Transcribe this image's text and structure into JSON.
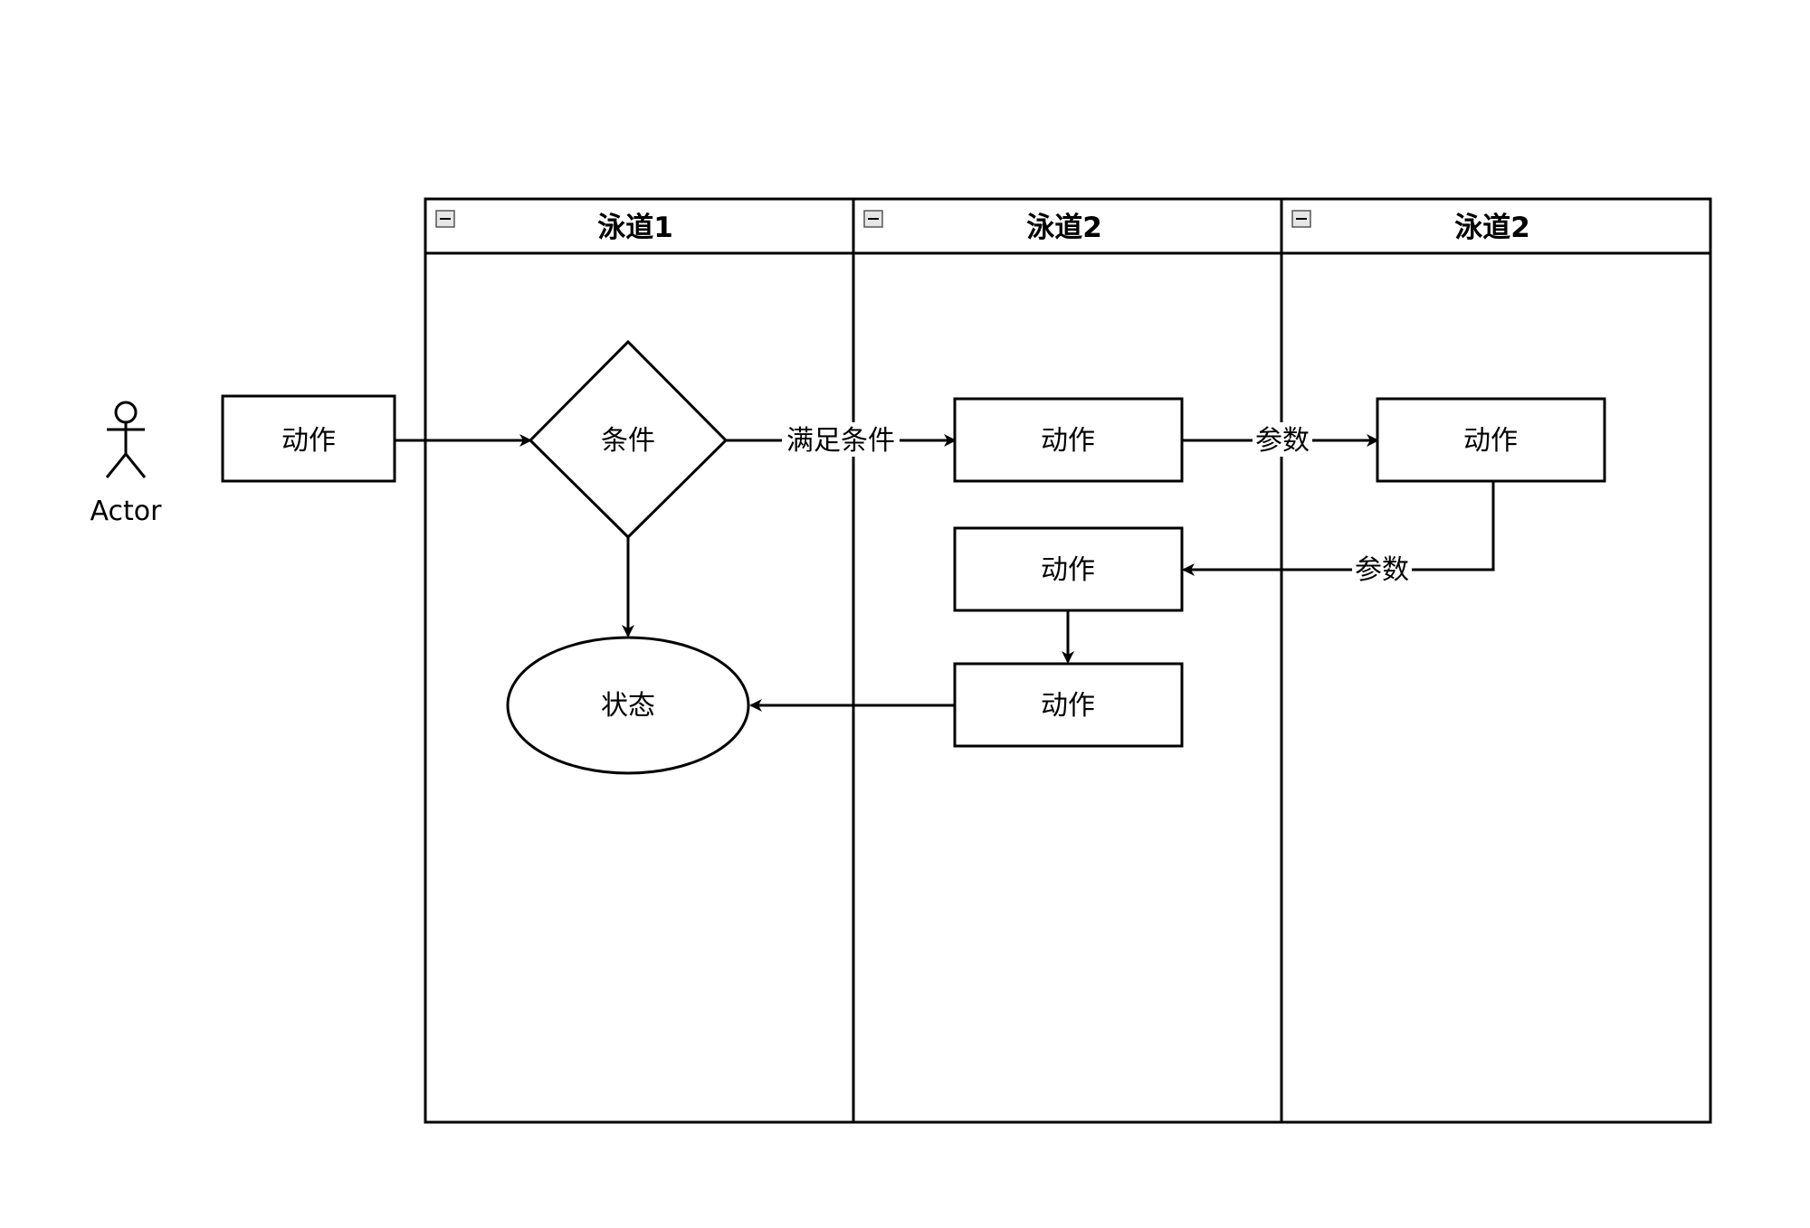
{
  "actor": {
    "label": "Actor"
  },
  "lanes": [
    {
      "title": "泳道1"
    },
    {
      "title": "泳道2"
    },
    {
      "title": "泳道2"
    }
  ],
  "nodes": {
    "action_start": "动作",
    "condition": "条件",
    "action_lane2_top": "动作",
    "action_lane3": "动作",
    "action_lane2_mid": "动作",
    "action_lane2_bottom": "动作",
    "state": "状态"
  },
  "edges": {
    "condition_to_action": "满足条件",
    "action_to_action_lane3": "参数",
    "action_lane3_to_action_mid": "参数"
  },
  "colors": {
    "line": "#000000",
    "background": "#ffffff"
  }
}
